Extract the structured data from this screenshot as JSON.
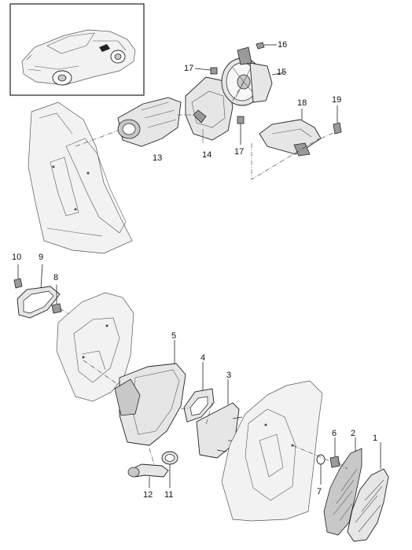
{
  "callouts": [
    {
      "id": "1",
      "text": "1"
    },
    {
      "id": "2",
      "text": "2"
    },
    {
      "id": "3",
      "text": "3"
    },
    {
      "id": "4",
      "text": "4"
    },
    {
      "id": "5",
      "text": "5"
    },
    {
      "id": "6",
      "text": "6"
    },
    {
      "id": "7",
      "text": "7"
    },
    {
      "id": "8",
      "text": "8"
    },
    {
      "id": "9",
      "text": "9"
    },
    {
      "id": "10",
      "text": "10"
    },
    {
      "id": "11",
      "text": "11"
    },
    {
      "id": "12",
      "text": "12"
    },
    {
      "id": "13",
      "text": "13"
    },
    {
      "id": "14",
      "text": "14"
    },
    {
      "id": "15",
      "text": "15"
    },
    {
      "id": "16",
      "text": "16"
    },
    {
      "id": "17a",
      "text": "17"
    },
    {
      "id": "17b",
      "text": "17"
    },
    {
      "id": "18",
      "text": "18"
    },
    {
      "id": "19",
      "text": "19"
    }
  ]
}
